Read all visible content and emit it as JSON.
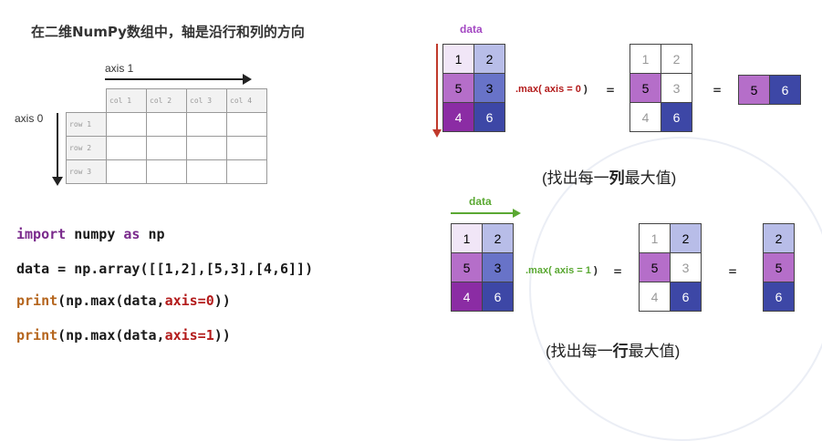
{
  "title": "在二维NumPy数组中，轴是沿行和列的方向",
  "diagram": {
    "axis1_label": "axis 1",
    "axis0_label": "axis 0",
    "col_labels": [
      "col 1",
      "col 2",
      "col 3",
      "col 4"
    ],
    "row_labels": [
      "row 1",
      "row 2",
      "row 3"
    ]
  },
  "code": {
    "line1": {
      "kw1": "import",
      "mod": " numpy ",
      "kw2": "as",
      "alias": " np"
    },
    "line2": "data = np.array([[1,2],[5,3],[4,6]])",
    "line3": {
      "fn": "print",
      "pre": "(np.max(data,",
      "param": "axis=0",
      "post": "))"
    },
    "line4": {
      "fn": "print",
      "pre": "(np.max(data,",
      "param": "axis=1",
      "post": "))"
    }
  },
  "example_axis0": {
    "data_label": "data",
    "data_label_color": "#a347c2",
    "arrow_color": "#c0392b",
    "matrix": [
      [
        "1",
        "2"
      ],
      [
        "5",
        "3"
      ],
      [
        "4",
        "6"
      ]
    ],
    "op_prefix": ".max(",
    "op_param": " axis = 0 ",
    "op_suffix": ")",
    "equals": "=",
    "highlight": [
      [
        "1",
        "2"
      ],
      [
        "5",
        "3"
      ],
      [
        "4",
        "6"
      ]
    ],
    "result": [
      "5",
      "6"
    ],
    "caption_pre": "(找出每一",
    "caption_bold": "列",
    "caption_post": "最大值)"
  },
  "example_axis1": {
    "data_label": "data",
    "data_label_color": "#5aa832",
    "arrow_color": "#5aa832",
    "matrix": [
      [
        "1",
        "2"
      ],
      [
        "5",
        "3"
      ],
      [
        "4",
        "6"
      ]
    ],
    "op_prefix": ".max(",
    "op_param": " axis = 1 ",
    "op_suffix": ")",
    "equals": "=",
    "highlight": [
      [
        "1",
        "2"
      ],
      [
        "5",
        "3"
      ],
      [
        "4",
        "6"
      ]
    ],
    "result": [
      "2",
      "5",
      "6"
    ],
    "caption_pre": "(找出每一",
    "caption_bold": "行",
    "caption_post": "最大值)"
  },
  "colors": {
    "cell_light": "#f1e6f7",
    "cell_blue_light": "#b8bde8",
    "cell_mid": "#b56ec9",
    "cell_blue_mid": "#6873c8",
    "cell_dark": "#8b2ca4",
    "cell_blue_dark": "#3d47a6",
    "op_color": "#b31b1b"
  }
}
